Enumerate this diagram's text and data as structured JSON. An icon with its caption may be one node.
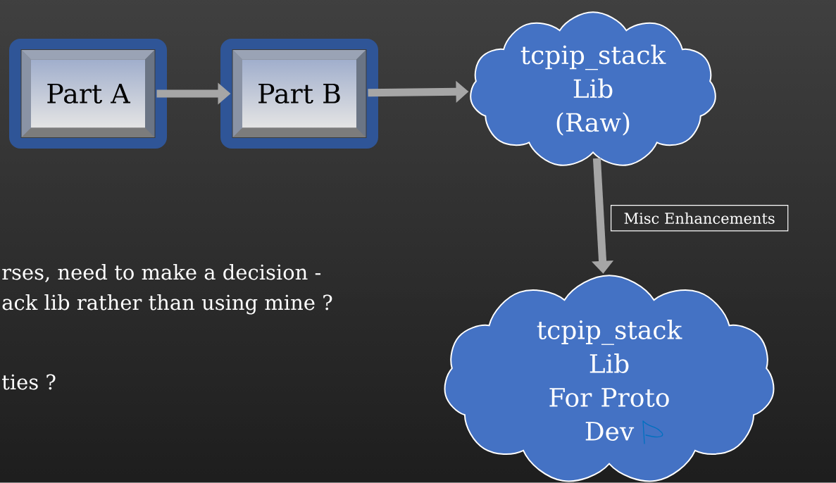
{
  "diagram": {
    "nodes": [
      {
        "text": [
          "Part A"
        ]
      },
      {
        "text": [
          "Part B"
        ]
      },
      {
        "text": [
          "tcpip_stack Lib (Raw)"
        ]
      },
      {
        "text": [
          "tcpip_stack Lib For Proto Dev"
        ]
      }
    ],
    "edges": [
      {
        "from": 0,
        "to": 1,
        "arrow": "to"
      },
      {
        "from": 1,
        "to": 2,
        "arrow": "to"
      },
      {
        "from": 2,
        "to": 3,
        "arrow": "to",
        "label": "Misc Enhancements"
      }
    ],
    "labels": [
      "rses, need to make a decision -",
      "ack lib rather than using mine ?",
      "ties ?"
    ]
  }
}
